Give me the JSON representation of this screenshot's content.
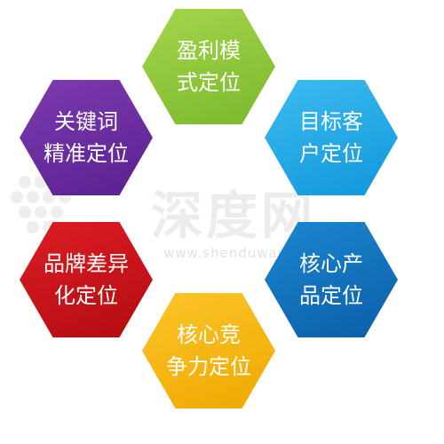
{
  "watermark": {
    "logo_text": "深度网",
    "url": "www.shenduwang.com"
  },
  "segments": [
    {
      "id": "top",
      "line1": "盈利模",
      "line2": "式定位",
      "color": "#8cc63f"
    },
    {
      "id": "topright",
      "line1": "目标客",
      "line2": "户定位",
      "color": "#29abe2"
    },
    {
      "id": "botright",
      "line1": "核心产",
      "line2": "品定位",
      "color": "#0f71bc"
    },
    {
      "id": "bottom",
      "line1": "核心竞",
      "line2": "争力定位",
      "color": "#f7b500"
    },
    {
      "id": "botleft",
      "line1": "品牌差异",
      "line2": "化定位",
      "color": "#c8161d"
    },
    {
      "id": "topleft",
      "line1": "关键词",
      "line2": "精准定位",
      "color": "#6a2c9e"
    }
  ]
}
